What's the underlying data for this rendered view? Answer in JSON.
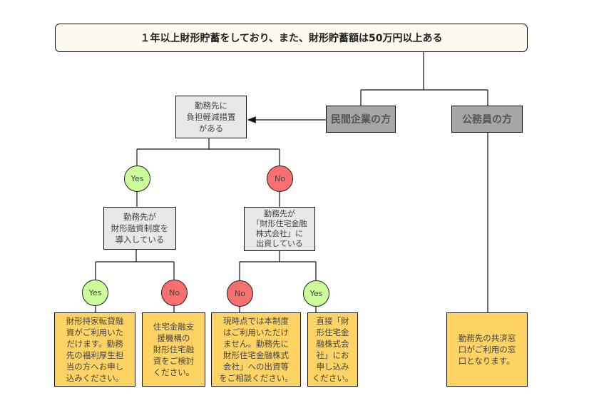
{
  "root": {
    "text": "１年以上財形貯蓄をしており、また、財形貯蓄額は50万円以上ある"
  },
  "categories": {
    "private": "民間企業の方",
    "public": "公務員の方"
  },
  "questions": {
    "burden_reduction": "勤務先に\n負担軽減措置\nがある",
    "loan_system": "勤務先が\n財形融資制度を\n導入している",
    "investment": "勤務先が\n「財形住宅金融\n株式会社」に\n出資している"
  },
  "branches": {
    "yes": "Yes",
    "no": "No"
  },
  "answers": {
    "a1": "財形持家転貸融\n資がご利用いた\nだけます。勤務\n先の福利厚生担\n当の方へお申し\n込みください。",
    "a2": "住宅金融支\n援機構の\n財形住宅融\n資をご検討\nください。",
    "a3": "現時点では本制度\nはご利用いただけ\nません。勤務先に\n財形住宅金融株式\n会社」への出資等\nをご相談ください。",
    "a4": "直接「財\n形住宅金\n融株式会\n社」にお\n申し込み\nください。",
    "a5": "勤務先の共済窓\n口がご利用の窓\n口となります。"
  },
  "colors": {
    "yes": "#ccfc99",
    "no": "#f76f6f",
    "answer": "#fdd363",
    "question": "#e8e8e8",
    "category": "#a6a6a6",
    "root": "#fdf9ee"
  }
}
